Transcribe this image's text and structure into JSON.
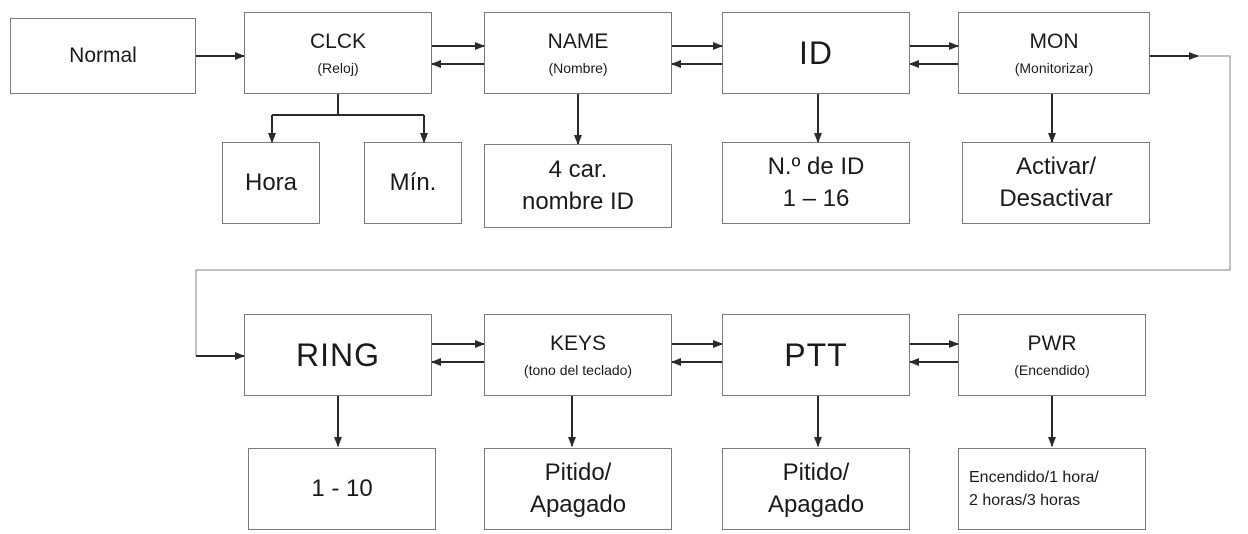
{
  "top": {
    "normal": "Normal",
    "clck": {
      "label": "CLCK",
      "sub": "(Reloj)"
    },
    "name": {
      "label": "NAME",
      "sub": "(Nombre)"
    },
    "id": {
      "label": "ID"
    },
    "mon": {
      "label": "MON",
      "sub": "(Monitorizar)"
    }
  },
  "top_values": {
    "hora": "Hora",
    "min": "Mín.",
    "name_line1": "4 car.",
    "name_line2": "nombre ID",
    "id_line1": "N.º de ID",
    "id_line2": "1 – 16",
    "mon_line1": "Activar/",
    "mon_line2": "Desactivar"
  },
  "bottom": {
    "ring": {
      "label": "RING"
    },
    "keys": {
      "label": "KEYS",
      "sub": "(tono del teclado)"
    },
    "ptt": {
      "label": "PTT"
    },
    "pwr": {
      "label": "PWR",
      "sub": "(Encendido)"
    }
  },
  "bottom_values": {
    "ring": "1 - 10",
    "keys_line1": "Pitido/",
    "keys_line2": "Apagado",
    "ptt_line1": "Pitido/",
    "ptt_line2": "Apagado",
    "pwr_line1": "Encendido/1 hora/",
    "pwr_line2": "2 horas/3 horas"
  },
  "colors": {
    "line": "#2a2a2a",
    "border": "#7a7a7a"
  }
}
